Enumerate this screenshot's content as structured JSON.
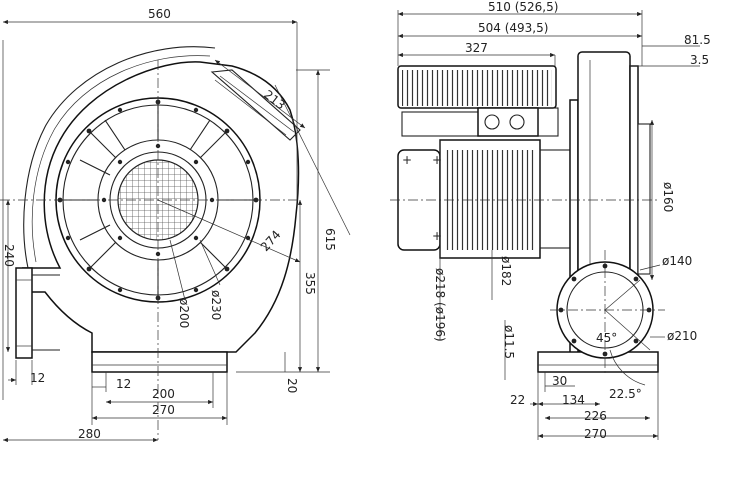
{
  "front_view": {
    "overall_width": "560",
    "diagonal_213": "213",
    "diagonal_274": "274",
    "height_615": "615",
    "height_355": "355",
    "height_240": "240",
    "dim_12_flange": "12",
    "dim_12_base": "12",
    "dim_200": "200",
    "dim_270": "270",
    "dim_280": "280",
    "dim_20": "20",
    "dia_200": "ø200",
    "dia_230": "ø230"
  },
  "side_view": {
    "width_510": "510 (526,5)",
    "width_504": "504 (493,5)",
    "width_327": "327",
    "dim_81_5": "81.5",
    "dim_3_5": "3.5",
    "dia_160": "ø160",
    "dia_218": "ø218 (ø196)",
    "dia_182": "ø182",
    "dia_140": "ø140",
    "dia_210": "ø210",
    "dia_11_5": "ø11.5",
    "angle_45": "45°",
    "angle_22_5": "22.5°",
    "dim_30": "30",
    "dim_22": "22",
    "dim_134": "134",
    "dim_226": "226",
    "dim_270": "270"
  }
}
